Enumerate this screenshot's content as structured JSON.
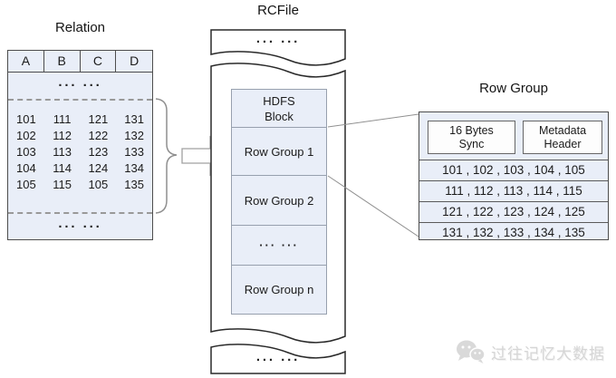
{
  "relation": {
    "title": "Relation",
    "headers": [
      "A",
      "B",
      "C",
      "D"
    ],
    "dots": "··· ···",
    "rows": [
      [
        "101",
        "111",
        "121",
        "131"
      ],
      [
        "102",
        "112",
        "122",
        "132"
      ],
      [
        "103",
        "113",
        "123",
        "133"
      ],
      [
        "104",
        "114",
        "124",
        "134"
      ],
      [
        "105",
        "115",
        "105",
        "135"
      ]
    ]
  },
  "rcfile": {
    "title": "RCFile",
    "dots": "··· ···",
    "blocks": {
      "hdfs": "HDFS\nBlock",
      "rg1": "Row Group 1",
      "rg2": "Row Group 2",
      "dots": "··· ···",
      "rgn": "Row Group n"
    }
  },
  "row_group": {
    "title": "Row Group",
    "sync": "16 Bytes\nSync",
    "metadata": "Metadata\nHeader",
    "rows": [
      "101 , 102 , 103 , 104 , 105",
      "111 , 112 , 113 , 114 , 115",
      "121 , 122 , 123 , 124 , 125",
      "131 , 132 , 133 , 134 , 135"
    ]
  },
  "watermark": {
    "text": "过往记忆大数据",
    "icon": "wechat-icon"
  },
  "colors": {
    "box_fill": "#e9eef8",
    "border_dark": "#4d4d4d",
    "watermark": "#d6d6d6"
  }
}
